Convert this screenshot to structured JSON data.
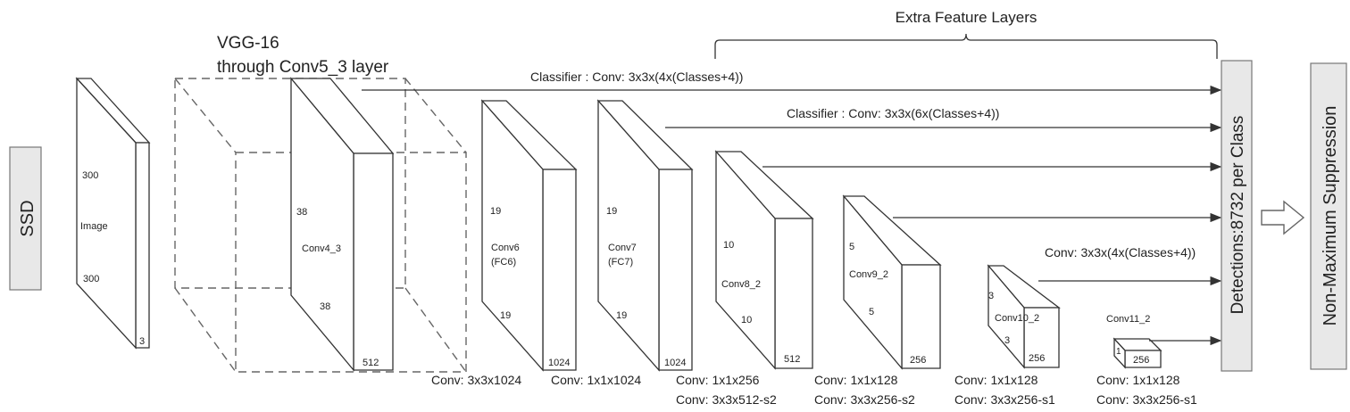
{
  "ssd_label": "SSD",
  "vgg_title": [
    "VGG-16",
    "through Conv5_3 layer"
  ],
  "extra_title": "Extra Feature Layers",
  "classifier_1": "Classifier : Conv: 3x3x(4x(Classes+4))",
  "classifier_2": "Classifier : Conv: 3x3x(6x(Classes+4))",
  "classifier_3": "Conv: 3x3x(4x(Classes+4))",
  "detections_label": "Detections:8732  per Class",
  "nms_label": "Non-Maximum Suppression",
  "image": {
    "h": "300",
    "label": "Image",
    "w": "300",
    "d": "3"
  },
  "conv4_3": {
    "h": "38",
    "label": "Conv4_3",
    "w": "38",
    "d": "512"
  },
  "conv6": {
    "h": "19",
    "label": [
      "Conv6",
      "(FC6)"
    ],
    "w": "19",
    "d": "1024"
  },
  "conv7": {
    "h": "19",
    "label": [
      "Conv7",
      "(FC7)"
    ],
    "w": "19",
    "d": "1024"
  },
  "conv8": {
    "h": "10",
    "label": "Conv8_2",
    "w": "10",
    "d": "512"
  },
  "conv9": {
    "h": "5",
    "label": "Conv9_2",
    "w": "5",
    "d": "256"
  },
  "conv10": {
    "h": "3",
    "label": "Conv10_2",
    "w": "3",
    "d": "256"
  },
  "conv11": {
    "h": "1",
    "label": "Conv11_2",
    "d": "256"
  },
  "captions": {
    "c6": "Conv: 3x3x1024",
    "c7": "Conv: 1x1x1024",
    "c8a": "Conv:  1x1x256",
    "c8b": "Conv:  3x3x512-s2",
    "c9a": "Conv: 1x1x128",
    "c9b": "Conv: 3x3x256-s2",
    "c10a": "Conv: 1x1x128",
    "c10b": "Conv: 3x3x256-s1",
    "c11a": "Conv: 1x1x128",
    "c11b": "Conv: 3x3x256-s1"
  }
}
